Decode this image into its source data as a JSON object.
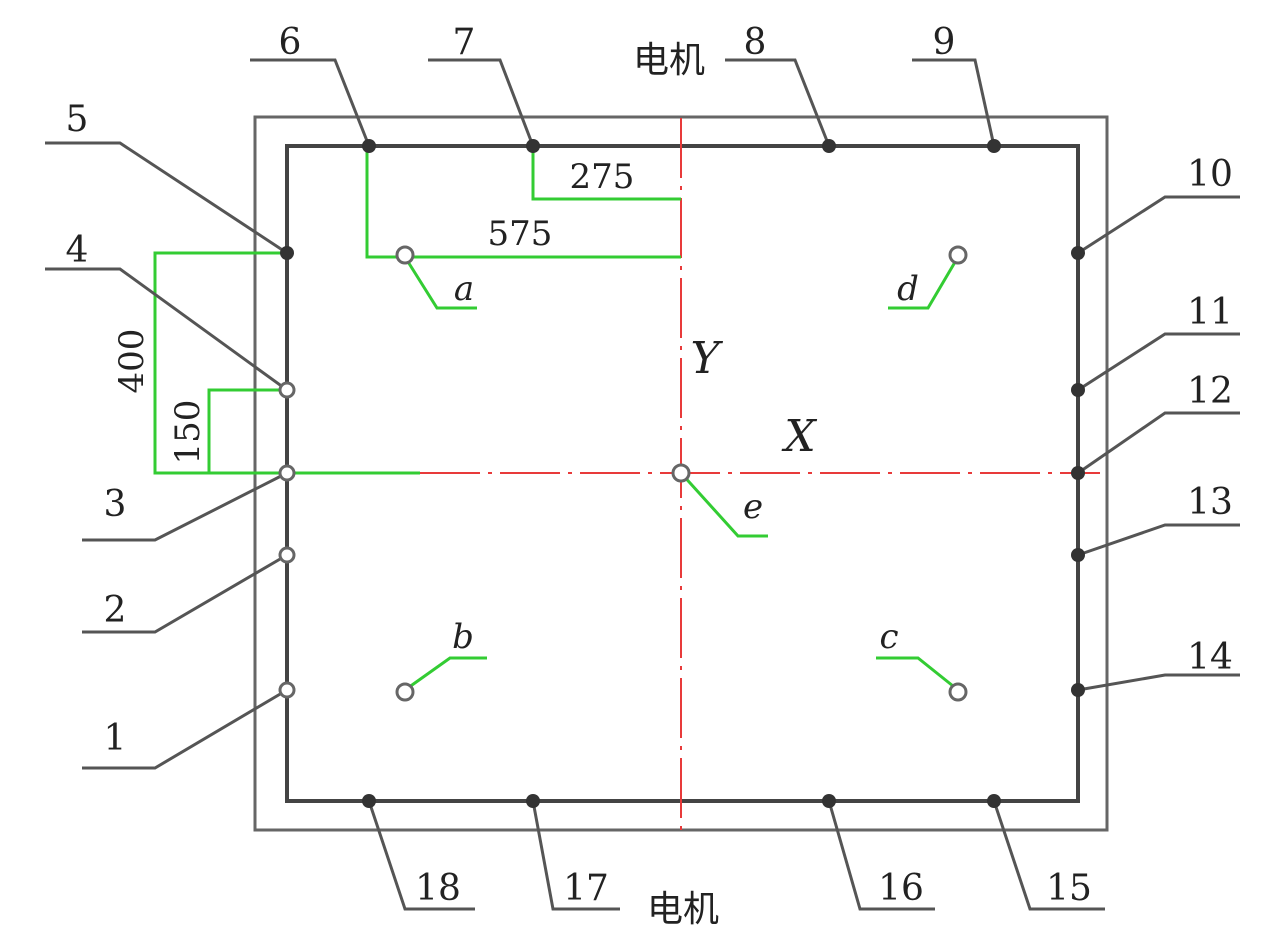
{
  "labels": {
    "motor_top": "电机",
    "motor_bottom": "电机",
    "axis_y": "Y",
    "axis_x": "X",
    "dim_275": "275",
    "dim_575": "575",
    "dim_400": "400",
    "dim_150": "150"
  },
  "frame_points": [
    "1",
    "2",
    "3",
    "4",
    "5",
    "6",
    "7",
    "8",
    "9",
    "10",
    "11",
    "12",
    "13",
    "14",
    "15",
    "16",
    "17",
    "18"
  ],
  "inner_points": [
    "a",
    "b",
    "c",
    "d",
    "e"
  ],
  "colors": {
    "frame": "#555555",
    "dimension": "#33cc33",
    "axis": "#e83a3a",
    "leader": "#555555",
    "filled_point": "#333333",
    "hollow_point": "#666666"
  }
}
